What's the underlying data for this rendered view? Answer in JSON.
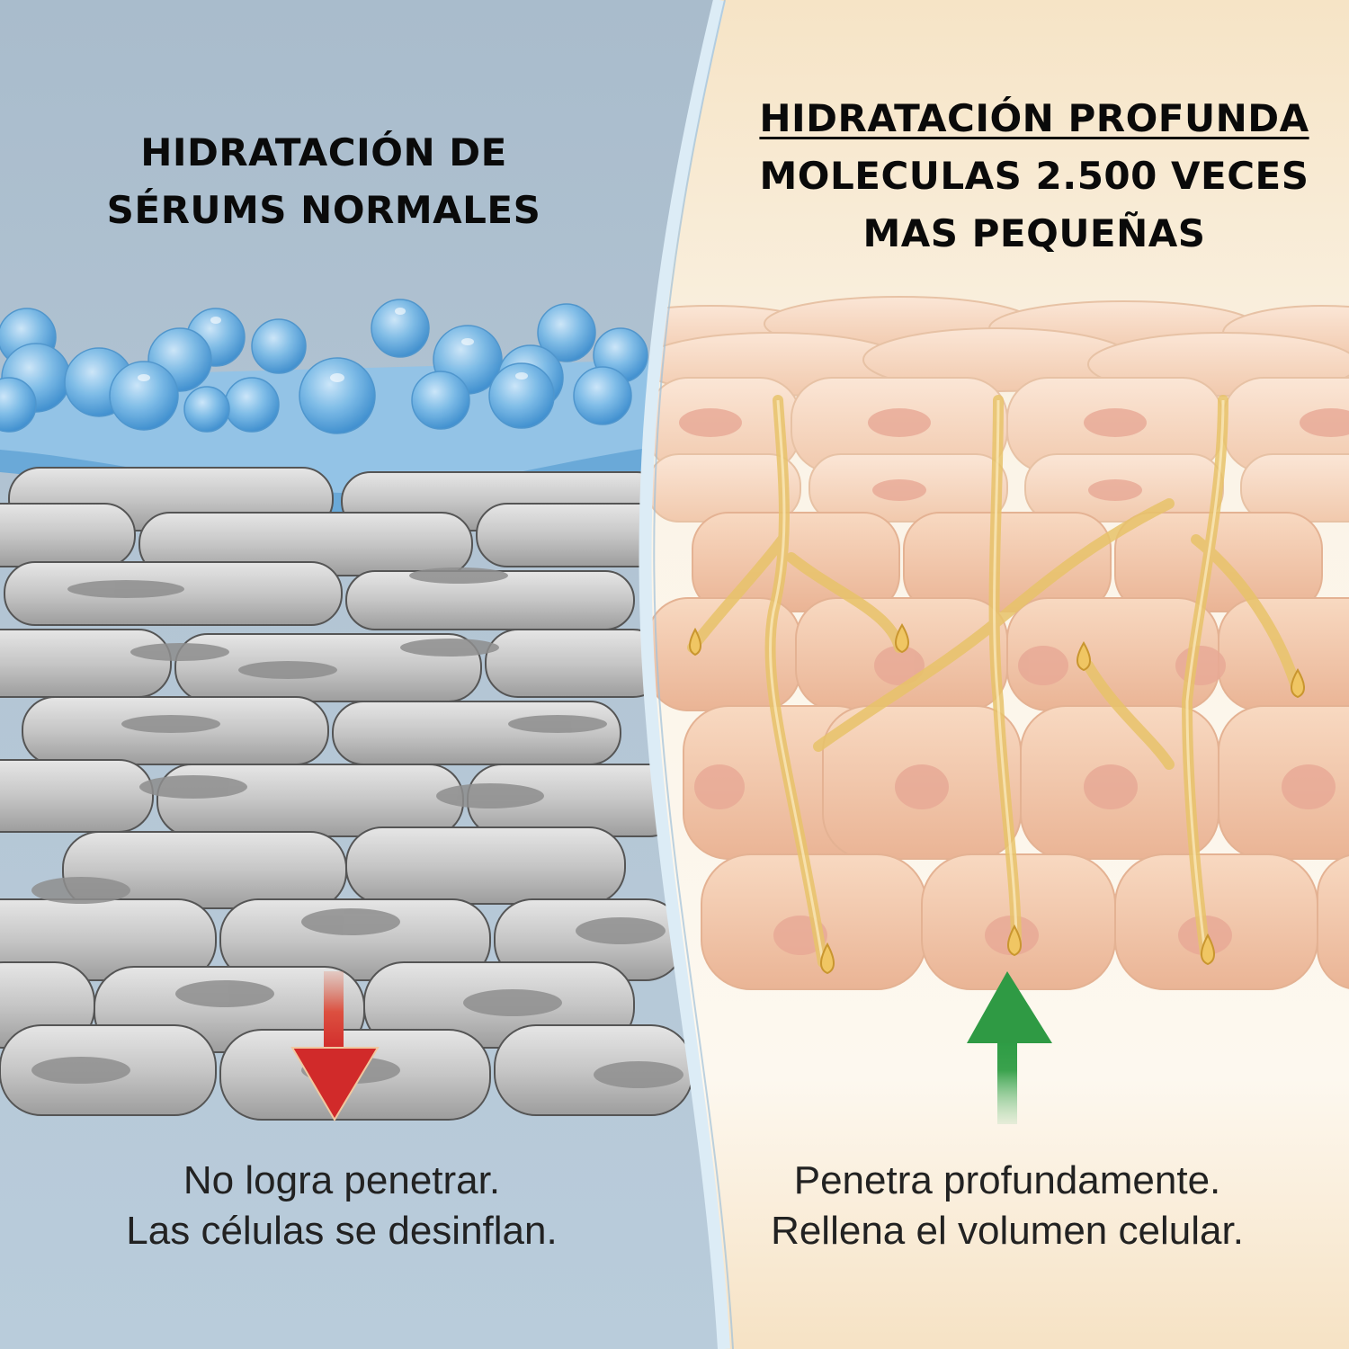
{
  "left_panel": {
    "title_lines": [
      "HIDRATACIÓN DE",
      "SÉRUMS NORMALES"
    ],
    "caption_lines": [
      "No logra penetrar.",
      "Las células se desinflan."
    ],
    "arrow": {
      "direction": "down",
      "color": "#d9322e"
    },
    "background_color": "#b3c6d6",
    "serum_color": "#6fb2e0",
    "cell_color": "#c9c9c9"
  },
  "right_panel": {
    "title_lines": [
      "HIDRATACIÓN PROFUNDA",
      "MOLECULAS 2.500 VECES",
      "MAS PEQUEÑAS"
    ],
    "caption_lines": [
      "Penetra profundamente.",
      "Rellena el volumen celular."
    ],
    "arrow": {
      "direction": "up",
      "color": "#2f9a44"
    },
    "background_color": "#f7ecd8",
    "cell_color": "#f3c8ab",
    "serum_channel_color": "#e8c36a"
  },
  "divider_color": "#dcecf6"
}
